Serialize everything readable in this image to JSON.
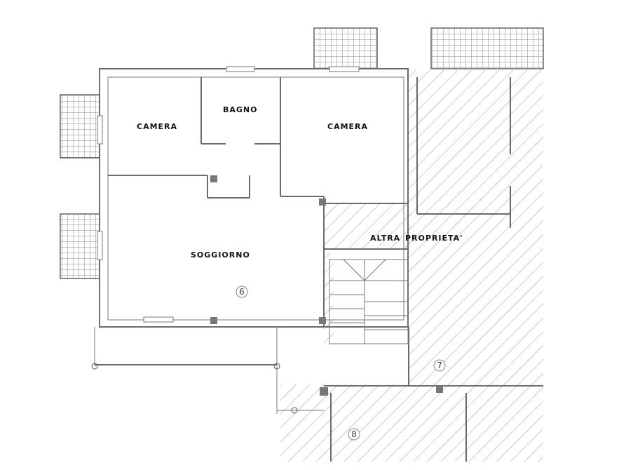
{
  "rooms": {
    "camera_left": "CAMERA",
    "bagno": "BAGNO",
    "camera_right": "CAMERA",
    "soggiorno": "SOGGIORNO",
    "altra": "ALTRA",
    "proprieta": "PROPRIETA'"
  },
  "markers": {
    "m6": "6",
    "m7": "7",
    "m8": "8"
  },
  "colors": {
    "wall": "#6b6b6b",
    "hatch": "#9a9a9a",
    "text": "#111111"
  }
}
